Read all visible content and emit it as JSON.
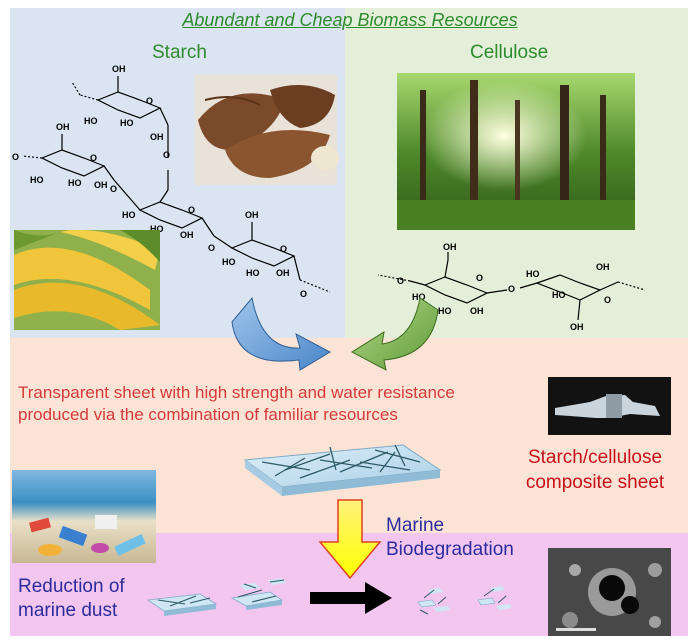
{
  "title": "Abundant and Cheap Biomass Resources",
  "starch_label": "Starch",
  "cellulose_label": "Cellulose",
  "sheet_description_line1": "Transparent sheet with high strength and water resistance",
  "sheet_description_line2": "produced via the combination of familiar resources",
  "composite_line1": "Starch/cellulose",
  "composite_line2": "composite sheet",
  "marine_line1": "Marine",
  "marine_line2": "Biodegradation",
  "reduction_line1": "Reduction of",
  "reduction_line2": "marine dust",
  "chem": {
    "oh": "OH",
    "ho": "HO",
    "o": "O"
  },
  "colors": {
    "title_green": "#2e8b2e",
    "red_text": "#d63a3a",
    "composite_red": "#c8101a",
    "blue_text": "#2c2c9c",
    "starch_arrow": "#5b9bd5",
    "cellulose_arrow": "#70ad47",
    "biodeg_arrow": "#ffff00"
  }
}
